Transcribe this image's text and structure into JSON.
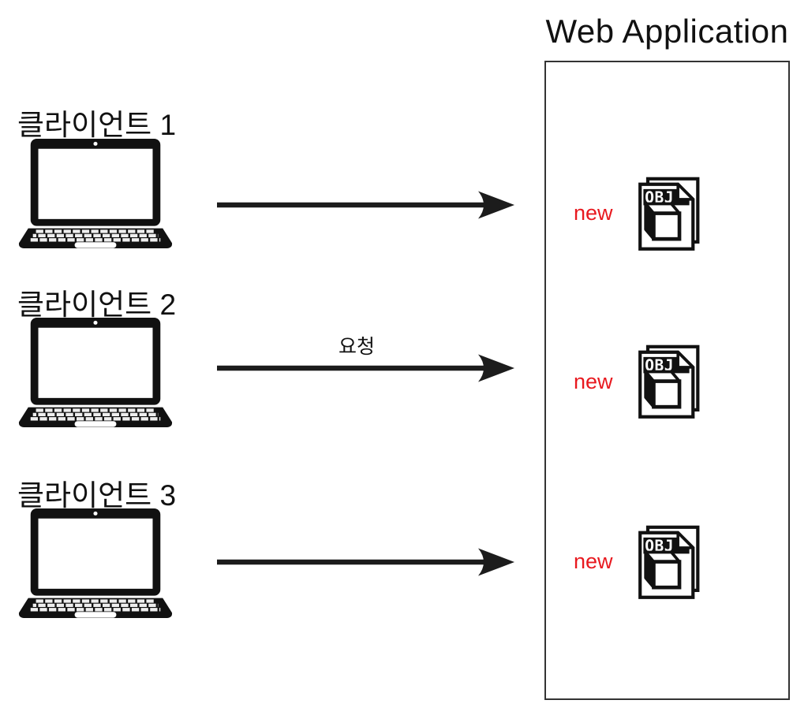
{
  "title": "Web Application",
  "clients": [
    {
      "label": "클라이언트 1"
    },
    {
      "label": "클라이언트 2"
    },
    {
      "label": "클라이언트 3"
    }
  ],
  "arrows": {
    "request_label": "요청"
  },
  "server_box": {
    "items": [
      {
        "status": "new",
        "file_type": "OBJ"
      },
      {
        "status": "new",
        "file_type": "OBJ"
      },
      {
        "status": "new",
        "file_type": "OBJ"
      }
    ]
  },
  "colors": {
    "status_new": "#e8191f",
    "ink": "#111111",
    "box_border": "#333333"
  }
}
